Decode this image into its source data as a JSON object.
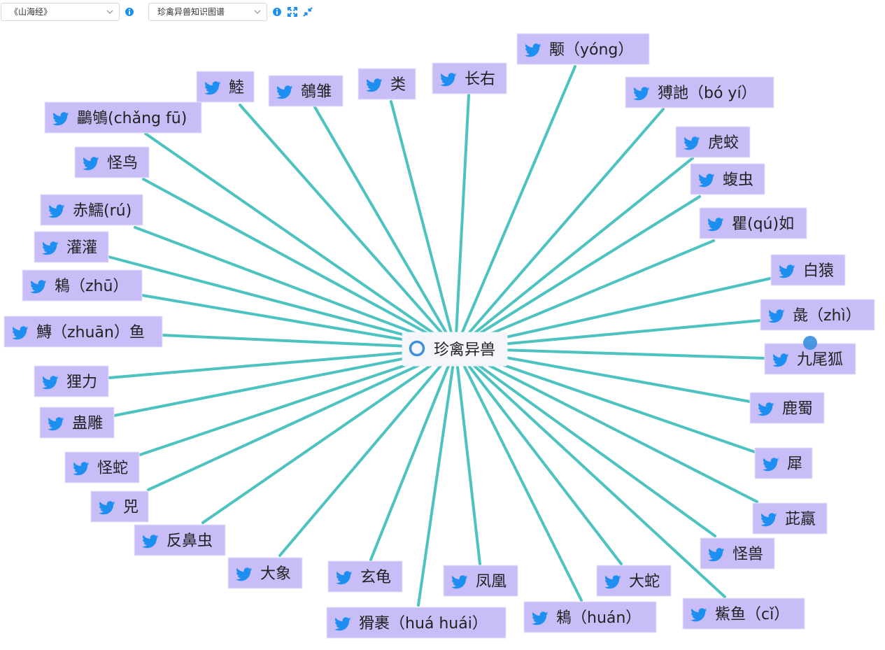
{
  "toolbar": {
    "book_select_value": "《山海经》",
    "graph_select_value": "珍禽异兽知识图谱"
  },
  "colors": {
    "edge": "#4cc3c0",
    "node_fill": "#c8bdf7",
    "icon": "#1d8ff0",
    "accent": "#3d8fe0"
  },
  "icons": {
    "node_icon": "bird-icon",
    "center_icon": "circle-ring-icon",
    "info_icon": "info-icon",
    "expand_icon": "expand-icon",
    "compress_icon": "compress-icon",
    "cursor_icon": "cursor-dot-icon"
  },
  "graph": {
    "center": "珍禽异兽",
    "nodes": [
      "颙（yóng）",
      "猼訑（bó yí）",
      "虎蛟",
      "蝮虫",
      "瞿(qú)如",
      "白猿",
      "彘（zhì）",
      "九尾狐",
      "鹿蜀",
      "犀",
      "茈蠃",
      "怪兽",
      "鮆鱼（cǐ）",
      "大蛇",
      "鴸（huán）",
      "凤凰",
      "猾裹（huá huái）",
      "玄龟",
      "大象",
      "反鼻虫",
      "兕",
      "怪蛇",
      "蛊雕",
      "狸力",
      "鱄（zhuān）鱼",
      "鴸（zhū）",
      "灌灌",
      "赤鱬(rú)",
      "怪鸟",
      "鸓鴝(chǎng fū)",
      "鯥",
      "鵸雏",
      "类",
      "长右"
    ]
  }
}
